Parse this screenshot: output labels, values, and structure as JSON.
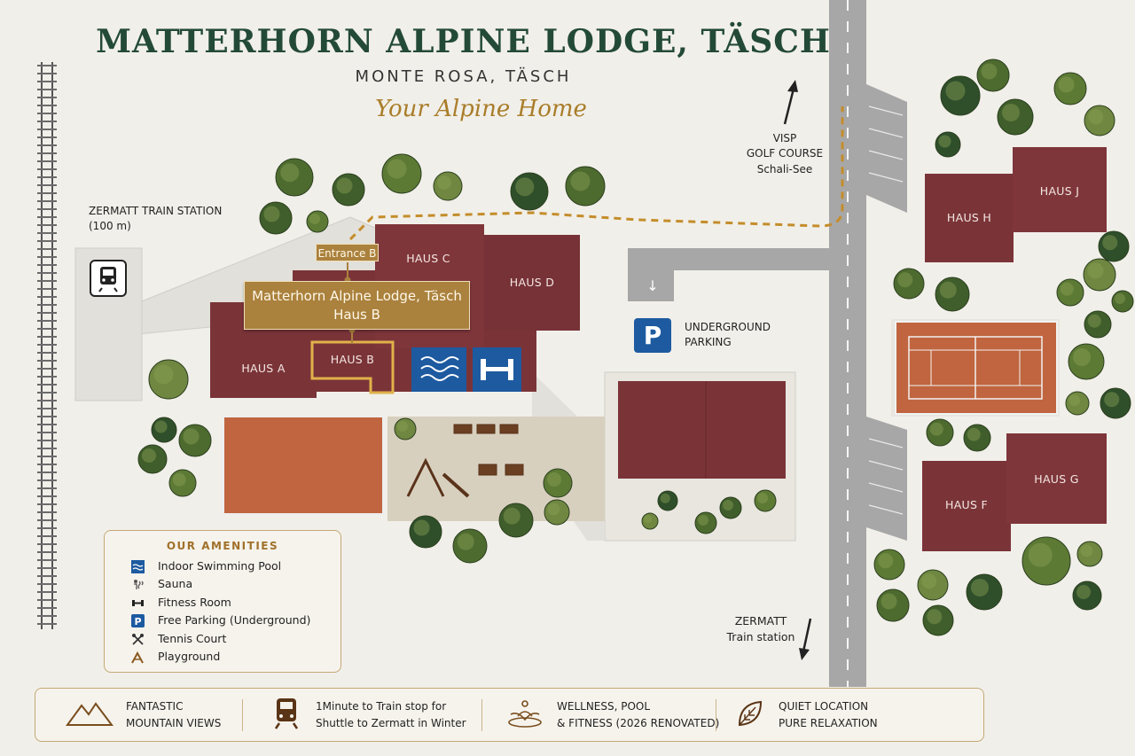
{
  "header": {
    "title": "MATTERHORN ALPINE LODGE, TÄSCH",
    "subtitle": "MONTE ROSA, TÄSCH",
    "tagline": "Your Alpine Home"
  },
  "labels": {
    "zermatt_station_line1": "ZERMATT TRAIN STATION",
    "zermatt_station_line2": "(100 m)",
    "visp_line1": "VISP",
    "visp_line2": "GOLF COURSE",
    "visp_line3": "Schali-See",
    "underground_line1": "UNDERGROUND",
    "underground_line2": "PARKING",
    "zermatt_south_line1": "ZERMATT",
    "zermatt_south_line2": "Train station",
    "parking_letter": "P"
  },
  "buildings": {
    "haus_a": "HAUS A",
    "haus_b": "HAUS B",
    "haus_c": "HAUS C",
    "haus_d": "HAUS D",
    "haus_f": "HAUS F",
    "haus_g": "HAUS G",
    "haus_h": "HAUS H",
    "haus_j": "HAUS J"
  },
  "callout": {
    "entrance": "Entrance B",
    "line1": "Matterhorn Alpine Lodge, Täsch",
    "line2": "Haus B"
  },
  "amenities": {
    "title": "OUR AMENITIES",
    "items": [
      {
        "label": "Indoor Swimming Pool",
        "icon": "pool-icon"
      },
      {
        "label": "Sauna",
        "icon": "sauna-icon"
      },
      {
        "label": "Fitness Room",
        "icon": "dumbbell-icon"
      },
      {
        "label": "Free Parking (Underground)",
        "icon": "parking-icon"
      },
      {
        "label": "Tennis Court",
        "icon": "tennis-icon"
      },
      {
        "label": "Playground",
        "icon": "playground-icon"
      }
    ]
  },
  "features": [
    {
      "line1": "FANTASTIC",
      "line2": "MOUNTAIN VIEWS",
      "icon": "mountain-icon"
    },
    {
      "line1": "1Minute to Train stop for",
      "line2": "Shuttle to Zermatt in Winter",
      "icon": "train-icon"
    },
    {
      "line1": "WELLNESS, POOL",
      "line2": "& FITNESS (2026 RENOVATED)",
      "icon": "wellness-lotus-icon"
    },
    {
      "line1": "QUIET LOCATION",
      "line2": "PURE RELAXATION",
      "icon": "leaf-icon"
    }
  ],
  "colors": {
    "background": "#f1efe9",
    "roof": "#7a3438",
    "road": "#a9a9a9",
    "court": "#c0653f",
    "gold": "#aa813d",
    "title_green": "#234a37",
    "amenity_blue": "#1d5aa0"
  }
}
